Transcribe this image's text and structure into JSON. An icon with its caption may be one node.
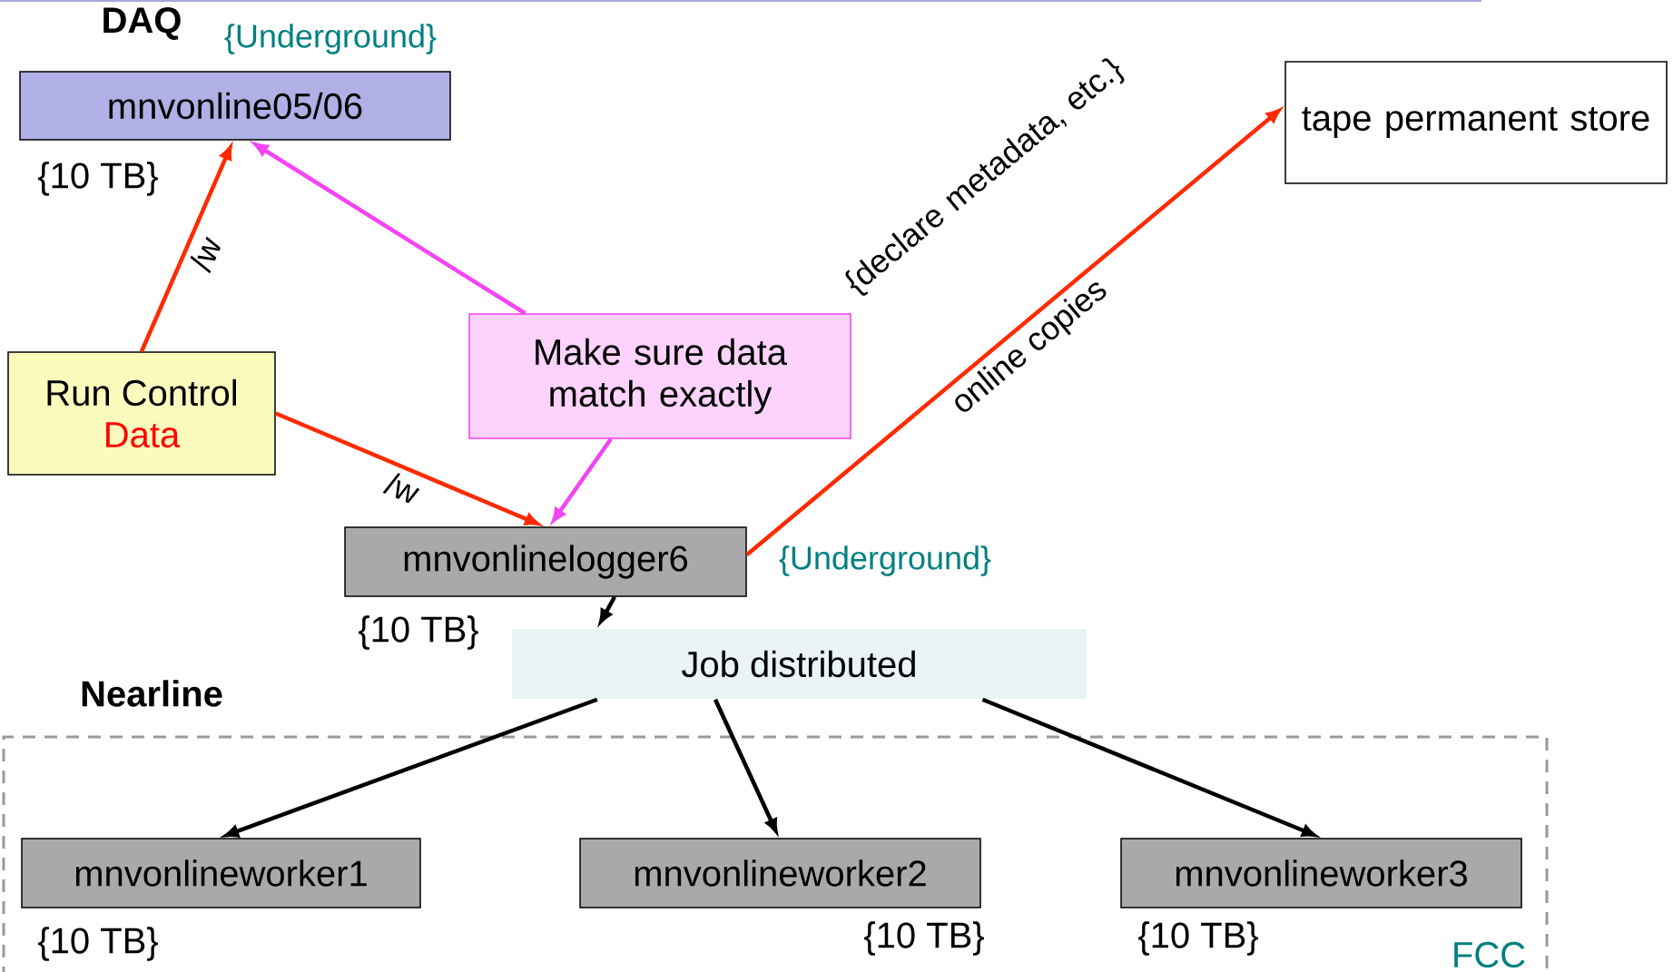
{
  "diagram": {
    "nodes": [
      {
        "text": [
          "Nearline",
          "FCC"
        ]
      },
      {
        "text": [
          "mnvonline05/06"
        ],
        "beside": [
          "{10 TB}"
        ]
      },
      {
        "text": [
          "Run Control",
          "Data"
        ]
      },
      {
        "text": [
          "Make sure data match exactly"
        ]
      },
      {
        "text": [
          "mnvonlinelogger6"
        ],
        "beside": [
          "{10 TB}",
          "{Underground}"
        ]
      },
      {
        "text": [
          "tape permanent store"
        ]
      },
      {
        "text": [
          "Job distributed"
        ]
      },
      {
        "text": [
          "mnvonlineworker1"
        ],
        "in": 0,
        "beside": [
          "{10 TB}"
        ]
      },
      {
        "text": [
          "mnvonlineworker2"
        ],
        "in": 0,
        "beside": [
          "{10 TB}"
        ]
      },
      {
        "text": [
          "mnvonlineworker3"
        ],
        "in": 0,
        "beside": [
          "{10 TB}"
        ]
      }
    ],
    "edges": [
      {
        "from": 2,
        "to": 1,
        "arrow": "to",
        "label": "/w",
        "color": "#ff2a00"
      },
      {
        "from": 2,
        "to": 4,
        "arrow": "to",
        "label": "/w",
        "color": "#ff2a00"
      },
      {
        "from": 3,
        "to": 1,
        "arrow": "to",
        "color": "#f444f4"
      },
      {
        "from": 3,
        "to": 4,
        "arrow": "to",
        "color": "#f444f4"
      },
      {
        "from": 4,
        "to": 5,
        "arrow": "to",
        "label": "online copies",
        "color": "#ff2a00"
      },
      {
        "from": 4,
        "to": 6,
        "arrow": "to"
      },
      {
        "from": 6,
        "to": 7,
        "arrow": "to"
      },
      {
        "from": 6,
        "to": 8,
        "arrow": "to"
      },
      {
        "from": 6,
        "to": 9,
        "arrow": "to"
      }
    ],
    "labels": [
      "DAQ",
      "{Underground}",
      "{declare metadata, etc.}"
    ]
  }
}
